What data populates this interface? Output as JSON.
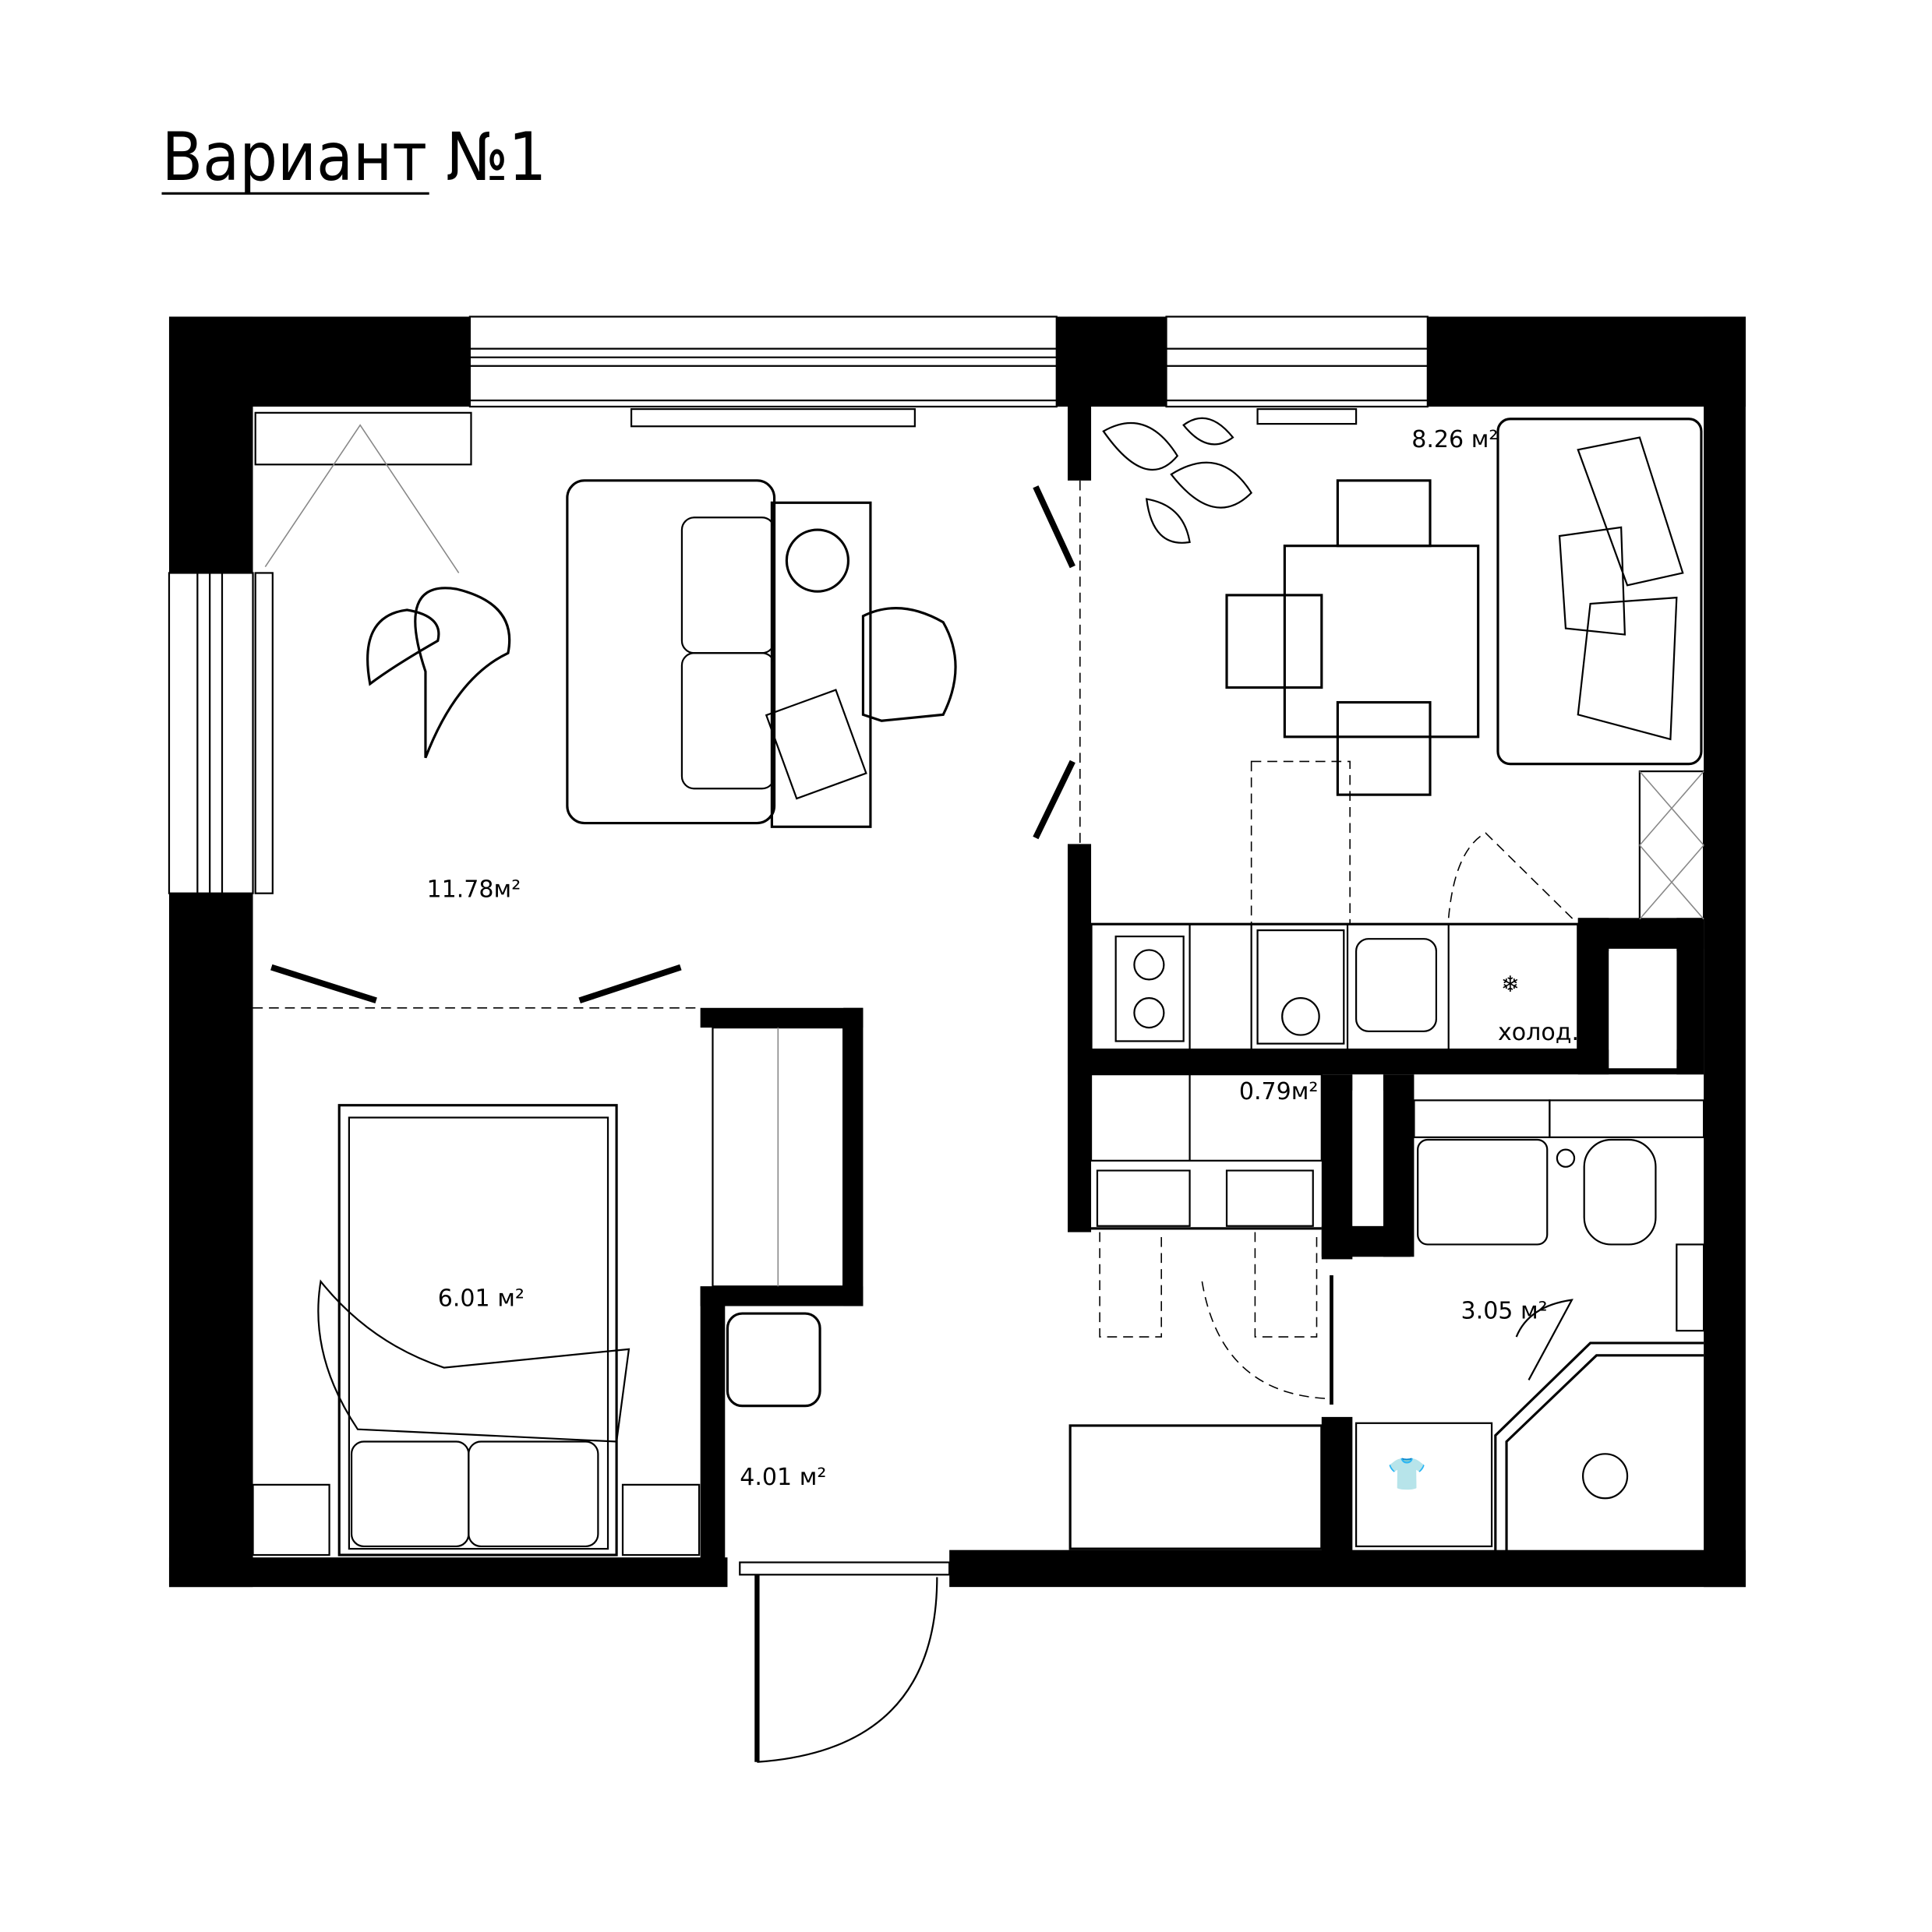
{
  "title": "Вариант №1",
  "rooms": [
    {
      "id": "living",
      "area": "11.78м²"
    },
    {
      "id": "kitchen",
      "area": "8.26 м²"
    },
    {
      "id": "bedroom",
      "area": "6.01 м²"
    },
    {
      "id": "closet",
      "area": "0.79м²"
    },
    {
      "id": "bathroom",
      "area": "3.05 м²"
    },
    {
      "id": "hall",
      "area": "4.01 м²"
    }
  ],
  "kitchen": {
    "fridge_label": "холод."
  },
  "colors": {
    "wall": "#000000",
    "background": "#ffffff"
  }
}
